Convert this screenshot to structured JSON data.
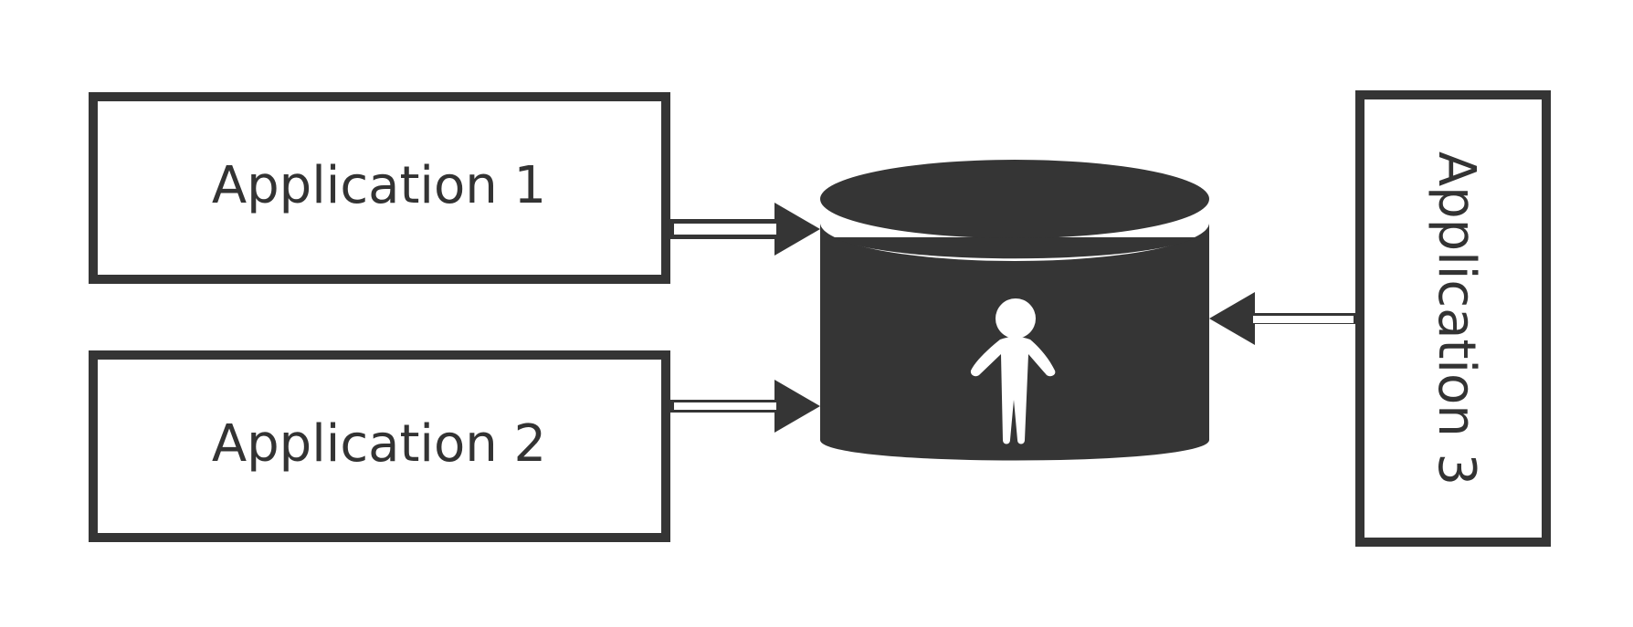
{
  "colors": {
    "stroke": "#353535",
    "fill": "#353535",
    "background": "#ffffff",
    "figure": "#ffffff"
  },
  "applications": [
    {
      "label": "Application 1",
      "orientation": "horizontal"
    },
    {
      "label": "Application 2",
      "orientation": "horizontal"
    },
    {
      "label": "Application 3",
      "orientation": "rotated-90"
    }
  ],
  "database": {
    "icon": "database-cylinder-icon",
    "figure_icon": "person-icon"
  }
}
